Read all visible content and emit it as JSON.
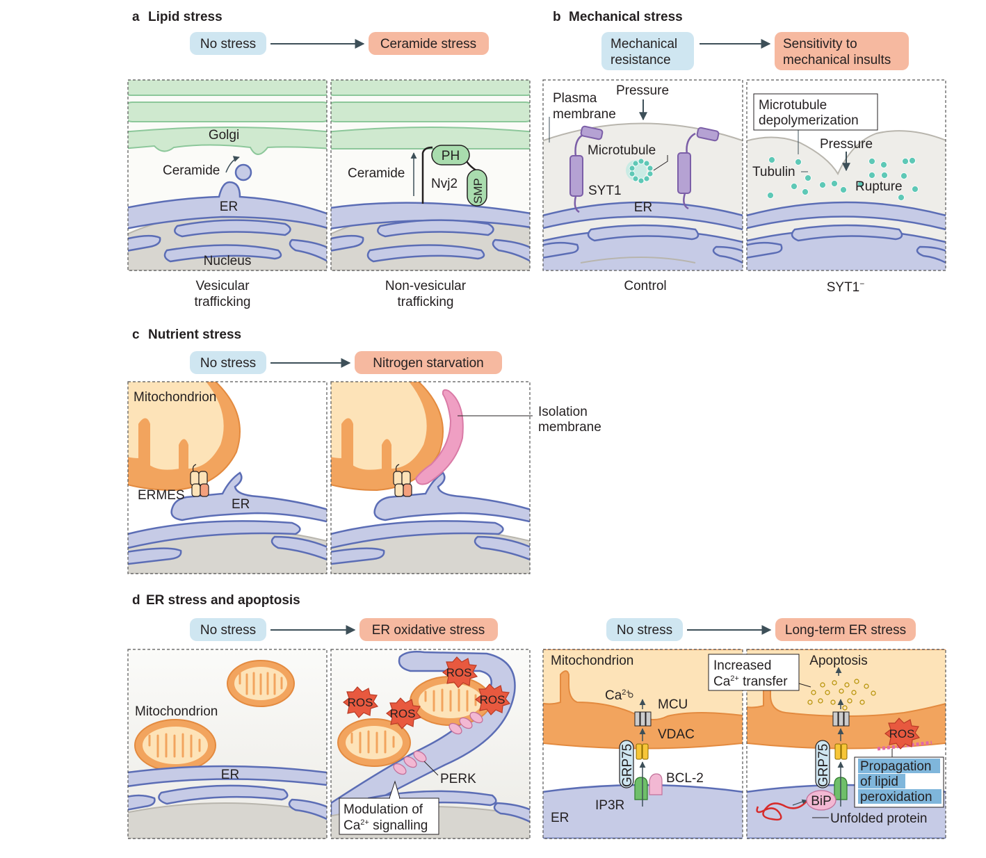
{
  "panels": {
    "a": {
      "letter": "a",
      "title": "Lipid stress",
      "from": "No stress",
      "to": "Ceramide stress",
      "left": {
        "golgi": "Golgi",
        "ceramide": "Ceramide",
        "er": "ER",
        "nucleus": "Nucleus",
        "caption1": "Vesicular",
        "caption2": "trafficking"
      },
      "right": {
        "ceramide": "Ceramide",
        "ph": "PH",
        "nvj2": "Nvj2",
        "smp": "SMP",
        "caption1": "Non-vesicular",
        "caption2": "trafficking"
      }
    },
    "b": {
      "letter": "b",
      "title": "Mechanical stress",
      "from1": "Mechanical",
      "from2": "resistance",
      "to1": "Sensitivity to",
      "to2": "mechanical insults",
      "left": {
        "plasma1": "Plasma",
        "plasma2": "membrane",
        "pressure": "Pressure",
        "microtubule": "Microtubule",
        "syt1": "SYT1",
        "er": "ER",
        "caption": "Control"
      },
      "right": {
        "depol1": "Microtubule",
        "depol2": "depolymerization",
        "pressure": "Pressure",
        "tubulin": "Tubulin",
        "rupture": "Rupture",
        "caption": "SYT1",
        "caption_sup": "−"
      }
    },
    "c": {
      "letter": "c",
      "title": "Nutrient stress",
      "from": "No stress",
      "to": "Nitrogen starvation",
      "left": {
        "mito": "Mitochondrion",
        "ermes": "ERMES",
        "er": "ER"
      },
      "right": {
        "iso1": "Isolation",
        "iso2": "membrane"
      }
    },
    "d": {
      "letter": "d",
      "title": "ER stress and apoptosis",
      "from": "No stress",
      "to": "ER oxidative stress",
      "from2": "No stress",
      "to2": "Long-term ER stress",
      "p1": {
        "mito": "Mitochondrion",
        "er": "ER"
      },
      "p2": {
        "ros": "ROS",
        "perk": "PERK",
        "mod1": "Modulation of",
        "mod2": "Ca",
        "mod2_sup": "2+",
        "mod2_tail": " signalling"
      },
      "p3": {
        "mito": "Mitochondrion",
        "ca": "Ca",
        "ca_sup": "2+",
        "mcu": "MCU",
        "vdac": "VDAC",
        "grp75": "GRP75",
        "bcl2": "BCL-2",
        "ip3r": "IP3R",
        "er": "ER"
      },
      "p4": {
        "inc1": "Increased",
        "inc2": "Ca",
        "inc2_sup": "2+",
        "inc2_tail": " transfer",
        "apoptosis": "Apoptosis",
        "ros": "ROS",
        "grp75": "GRP75",
        "bip": "BiP",
        "prop1": "Propagation",
        "prop2": "of lipid",
        "prop3": "peroxidation",
        "unfolded": "Unfolded protein"
      }
    }
  },
  "colors": {
    "no_stress_pill": "#cfe6f1",
    "stress_pill": "#f6b9a0",
    "er_fill": "#c6cbe6",
    "er_stroke": "#5b6db5",
    "golgi_fill": "#cfe9cf",
    "golgi_stroke": "#8cc79a",
    "mito_outer": "#f2a45e",
    "mito_inner": "#fde3b8",
    "nucleus": "#d8d6d0",
    "teal": "#5ec8b6",
    "ros_fill": "#e8593f",
    "isolation": "#ef9fc3",
    "arrow": "#3d4f58"
  }
}
